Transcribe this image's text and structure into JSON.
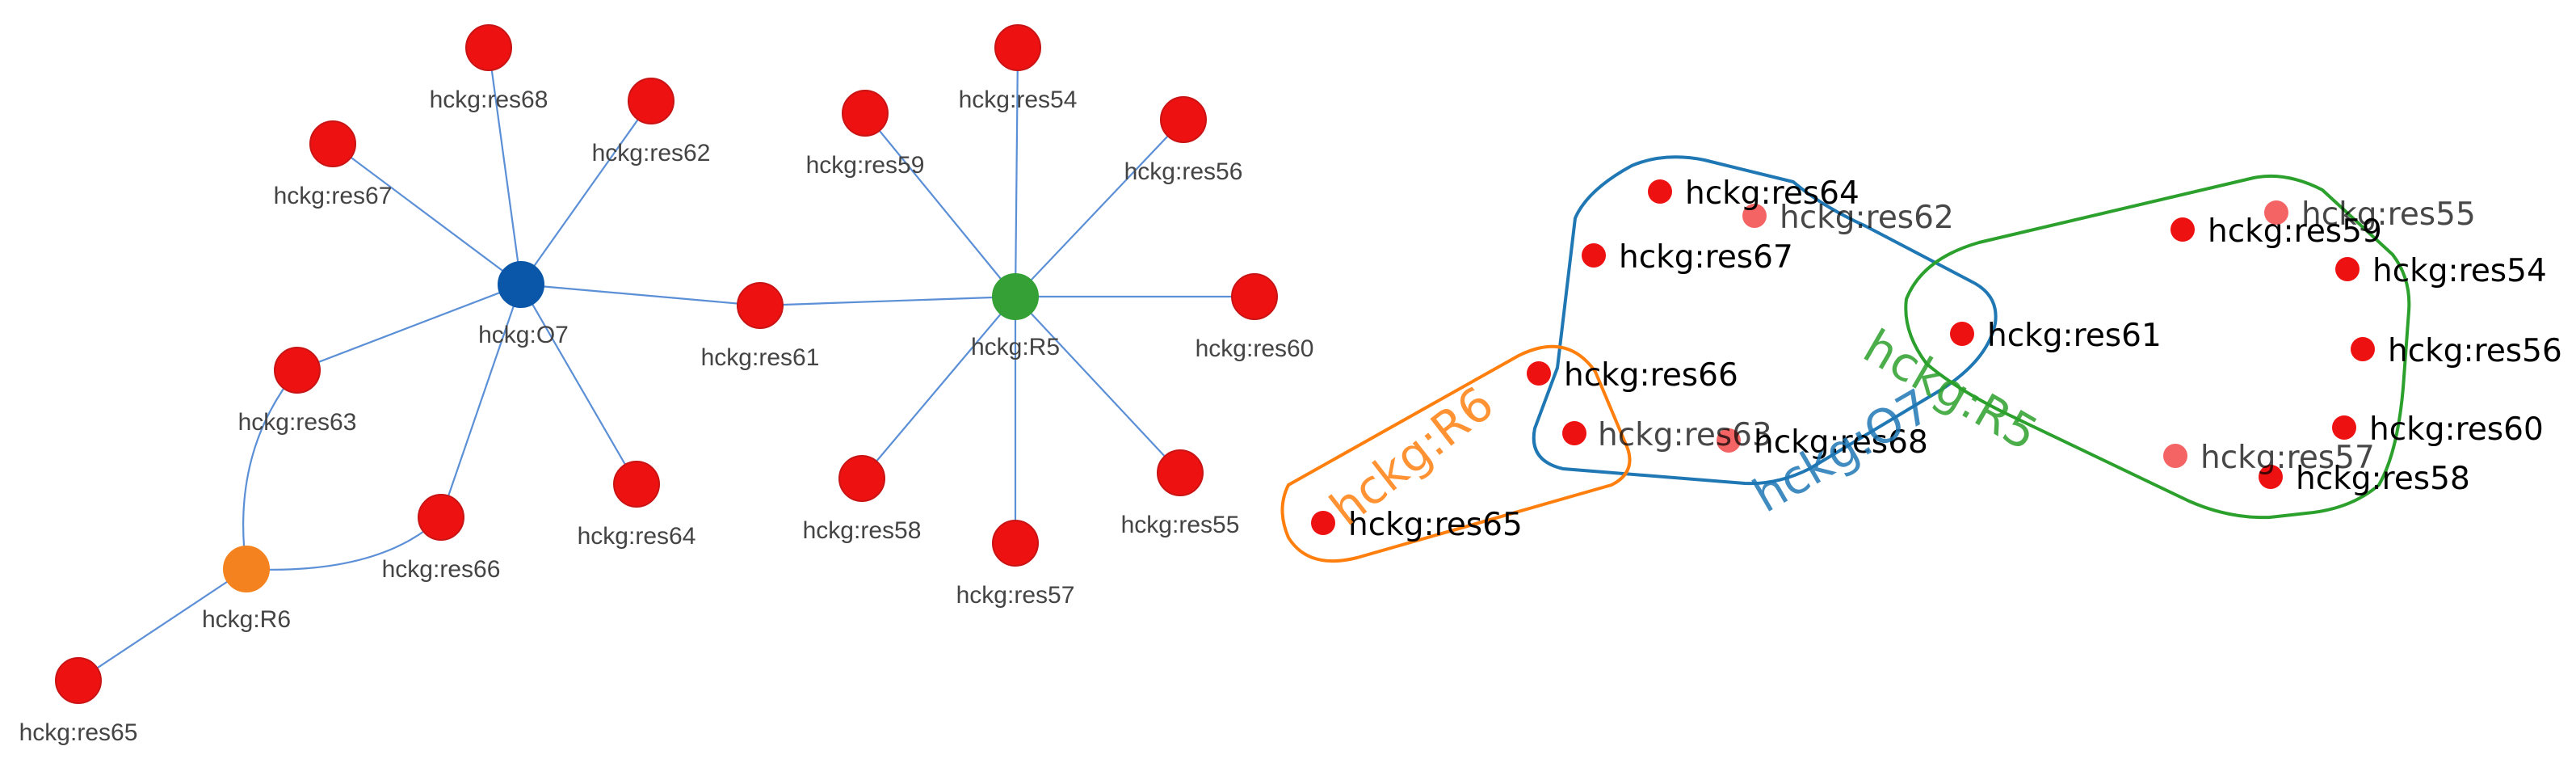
{
  "colors": {
    "edge": "#5b8fd6",
    "resource": "#ee1111",
    "resource_stroke": "#c81414",
    "O7": "#0a56a8",
    "R5": "#34a035",
    "R6": "#f4831f",
    "hull_O7": "#1f77b4",
    "hull_R5": "#2ca02c",
    "hull_R6": "#ff7f0e"
  },
  "left_graph": {
    "nodes": [
      {
        "id": "O7",
        "label": "hckg:O7",
        "kind": "O7"
      },
      {
        "id": "R5",
        "label": "hckg:R5",
        "kind": "R5"
      },
      {
        "id": "R6",
        "label": "hckg:R6",
        "kind": "R6"
      },
      {
        "id": "res68",
        "label": "hckg:res68",
        "kind": "resource"
      },
      {
        "id": "res62",
        "label": "hckg:res62",
        "kind": "resource"
      },
      {
        "id": "res67",
        "label": "hckg:res67",
        "kind": "resource"
      },
      {
        "id": "res63",
        "label": "hckg:res63",
        "kind": "resource"
      },
      {
        "id": "res66",
        "label": "hckg:res66",
        "kind": "resource"
      },
      {
        "id": "res64",
        "label": "hckg:res64",
        "kind": "resource"
      },
      {
        "id": "res65",
        "label": "hckg:res65",
        "kind": "resource"
      },
      {
        "id": "res61",
        "label": "hckg:res61",
        "kind": "resource"
      },
      {
        "id": "res54",
        "label": "hckg:res54",
        "kind": "resource"
      },
      {
        "id": "res59",
        "label": "hckg:res59",
        "kind": "resource"
      },
      {
        "id": "res56",
        "label": "hckg:res56",
        "kind": "resource"
      },
      {
        "id": "res60",
        "label": "hckg:res60",
        "kind": "resource"
      },
      {
        "id": "res55",
        "label": "hckg:res55",
        "kind": "resource"
      },
      {
        "id": "res57",
        "label": "hckg:res57",
        "kind": "resource"
      },
      {
        "id": "res58",
        "label": "hckg:res58",
        "kind": "resource"
      }
    ],
    "edges": [
      [
        "O7",
        "res68"
      ],
      [
        "O7",
        "res62"
      ],
      [
        "O7",
        "res67"
      ],
      [
        "O7",
        "res63"
      ],
      [
        "O7",
        "res66"
      ],
      [
        "O7",
        "res64"
      ],
      [
        "O7",
        "res61"
      ],
      [
        "R5",
        "res61"
      ],
      [
        "R5",
        "res54"
      ],
      [
        "R5",
        "res59"
      ],
      [
        "R5",
        "res56"
      ],
      [
        "R5",
        "res60"
      ],
      [
        "R5",
        "res55"
      ],
      [
        "R5",
        "res57"
      ],
      [
        "R5",
        "res58"
      ],
      [
        "R6",
        "res63"
      ],
      [
        "R6",
        "res66"
      ],
      [
        "R6",
        "res65"
      ]
    ]
  },
  "right_hypergraph": {
    "groups": [
      {
        "id": "O7",
        "label": "hckg:O7"
      },
      {
        "id": "R5",
        "label": "hckg:R5"
      },
      {
        "id": "R6",
        "label": "hckg:R6"
      }
    ],
    "nodes": [
      {
        "id": "res64",
        "label": "hckg:res64"
      },
      {
        "id": "res62",
        "label": "hckg:res62"
      },
      {
        "id": "res67",
        "label": "hckg:res67"
      },
      {
        "id": "res66",
        "label": "hckg:res66"
      },
      {
        "id": "res63",
        "label": "hckg:res63"
      },
      {
        "id": "res68",
        "label": "hckg:res68"
      },
      {
        "id": "res65",
        "label": "hckg:res65"
      },
      {
        "id": "res61",
        "label": "hckg:res61"
      },
      {
        "id": "res59",
        "label": "hckg:res59"
      },
      {
        "id": "res55",
        "label": "hckg:res55"
      },
      {
        "id": "res54",
        "label": "hckg:res54"
      },
      {
        "id": "res56",
        "label": "hckg:res56"
      },
      {
        "id": "res60",
        "label": "hckg:res60"
      },
      {
        "id": "res57",
        "label": "hckg:res57"
      },
      {
        "id": "res58",
        "label": "hckg:res58"
      }
    ]
  }
}
